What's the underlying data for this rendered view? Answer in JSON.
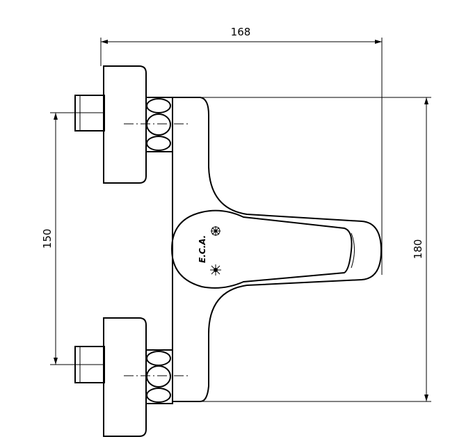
{
  "drawing": {
    "dimensions": {
      "width": "168",
      "height": "180",
      "inlet_spacing": "150"
    },
    "logo_text": "E.C.A.",
    "icons": [
      "snowflake-icon",
      "sun-icon"
    ]
  }
}
